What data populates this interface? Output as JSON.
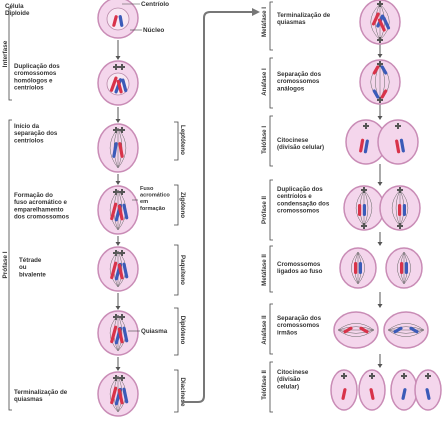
{
  "left_column": {
    "stage_labels": [
      [
        "Célula",
        "Diploide"
      ],
      [
        "Duplicação dos",
        "cromossomos",
        "homólogos e",
        "centríolos"
      ],
      [
        "Início da",
        "separação dos",
        "centríolos"
      ],
      [
        "Formação do",
        "fuso acromático e",
        "emparelhamento",
        "dos cromossomos"
      ],
      [
        "Tétrade",
        "ou",
        "bivalente"
      ],
      [],
      [
        "Terminalização de",
        "quiasmas"
      ]
    ],
    "cell_annotations": {
      "centriole": "Centríolo",
      "nucleus": "Núcleo",
      "spindle": [
        "Fuso",
        "acromático",
        "em",
        "formação"
      ],
      "chiasma": "Quiasma"
    },
    "phase_labels": [
      "Interfase",
      "Prófase I"
    ],
    "substage_labels": [
      "Leptóteno",
      "Zigóteno",
      "Paquíteno",
      "Diplóteno",
      "Diacinese"
    ]
  },
  "right_column": {
    "stage_labels": [
      [
        "Terminalização de",
        "quiasmas"
      ],
      [
        "Separação dos",
        "cromossomos",
        "análogos"
      ],
      [
        "Citocinese",
        "(divisão celular)"
      ],
      [
        "Duplicação dos",
        "centríolos e",
        "condensação dos",
        "cromossomos"
      ],
      [
        "Cromossomos",
        "ligados ao fuso"
      ],
      [
        "Separação dos",
        "cromossomos",
        "irmãos"
      ],
      [
        "Citocinese",
        "(divisão",
        "celular)"
      ]
    ],
    "phase_labels": [
      "Metáfase I",
      "Anáfase I",
      "Telófase I",
      "Prófase II",
      "Metáfase II",
      "Anáfase II",
      "Telófase II"
    ]
  },
  "colors": {
    "cell_fill": "#f4d6ec",
    "cell_stroke": "#c98cb6",
    "nucleus_fill": "#f8e7f3",
    "chrom_red": "#d8334a",
    "chrom_blue": "#3b5bb8",
    "arrow": "#777777",
    "text": "#333333"
  }
}
